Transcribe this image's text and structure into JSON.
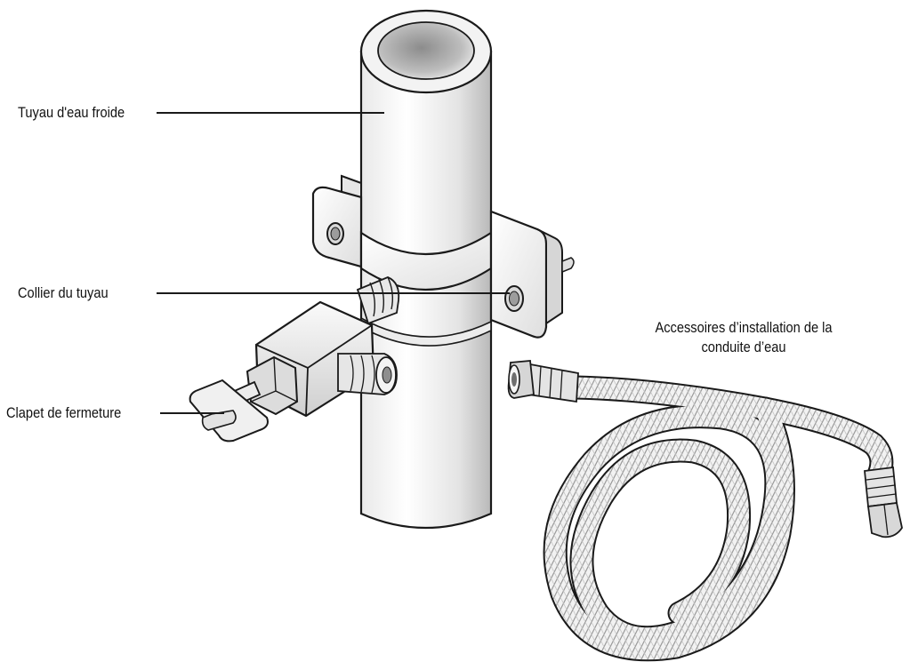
{
  "labels": {
    "cold_pipe": "Tuyau d'eau froide",
    "pipe_clamp": "Collier du tuyau",
    "shutoff_valve": "Clapet de fermeture",
    "kit_line1": "Accessoires d’installation de la",
    "kit_line2": "conduite d’eau"
  },
  "colors": {
    "stroke": "#1a1a1a",
    "fill_light": "#f4f4f4",
    "fill_mid": "#dcdcdc",
    "fill_dark": "#a8a8a8"
  }
}
